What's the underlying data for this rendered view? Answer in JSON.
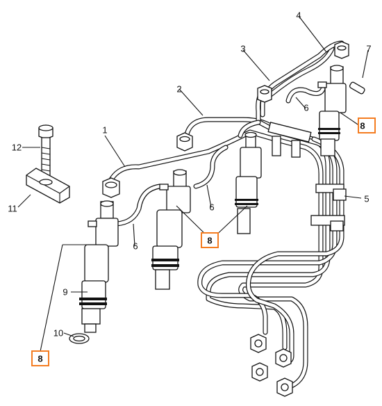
{
  "diagram": {
    "highlight_color": "#f47c20",
    "callouts": [
      {
        "id": "c1",
        "label": "1"
      },
      {
        "id": "c2",
        "label": "2"
      },
      {
        "id": "c3",
        "label": "3"
      },
      {
        "id": "c4",
        "label": "4"
      },
      {
        "id": "c5",
        "label": "5"
      },
      {
        "id": "c6a",
        "label": "6"
      },
      {
        "id": "c6b",
        "label": "6"
      },
      {
        "id": "c6c",
        "label": "6"
      },
      {
        "id": "c7",
        "label": "7"
      },
      {
        "id": "c8a",
        "label": "8",
        "highlighted": true
      },
      {
        "id": "c8b",
        "label": "8",
        "highlighted": true
      },
      {
        "id": "c8c",
        "label": "8",
        "highlighted": true
      },
      {
        "id": "c9",
        "label": "9"
      },
      {
        "id": "c10",
        "label": "10"
      },
      {
        "id": "c11",
        "label": "11"
      },
      {
        "id": "c12",
        "label": "12"
      }
    ]
  }
}
